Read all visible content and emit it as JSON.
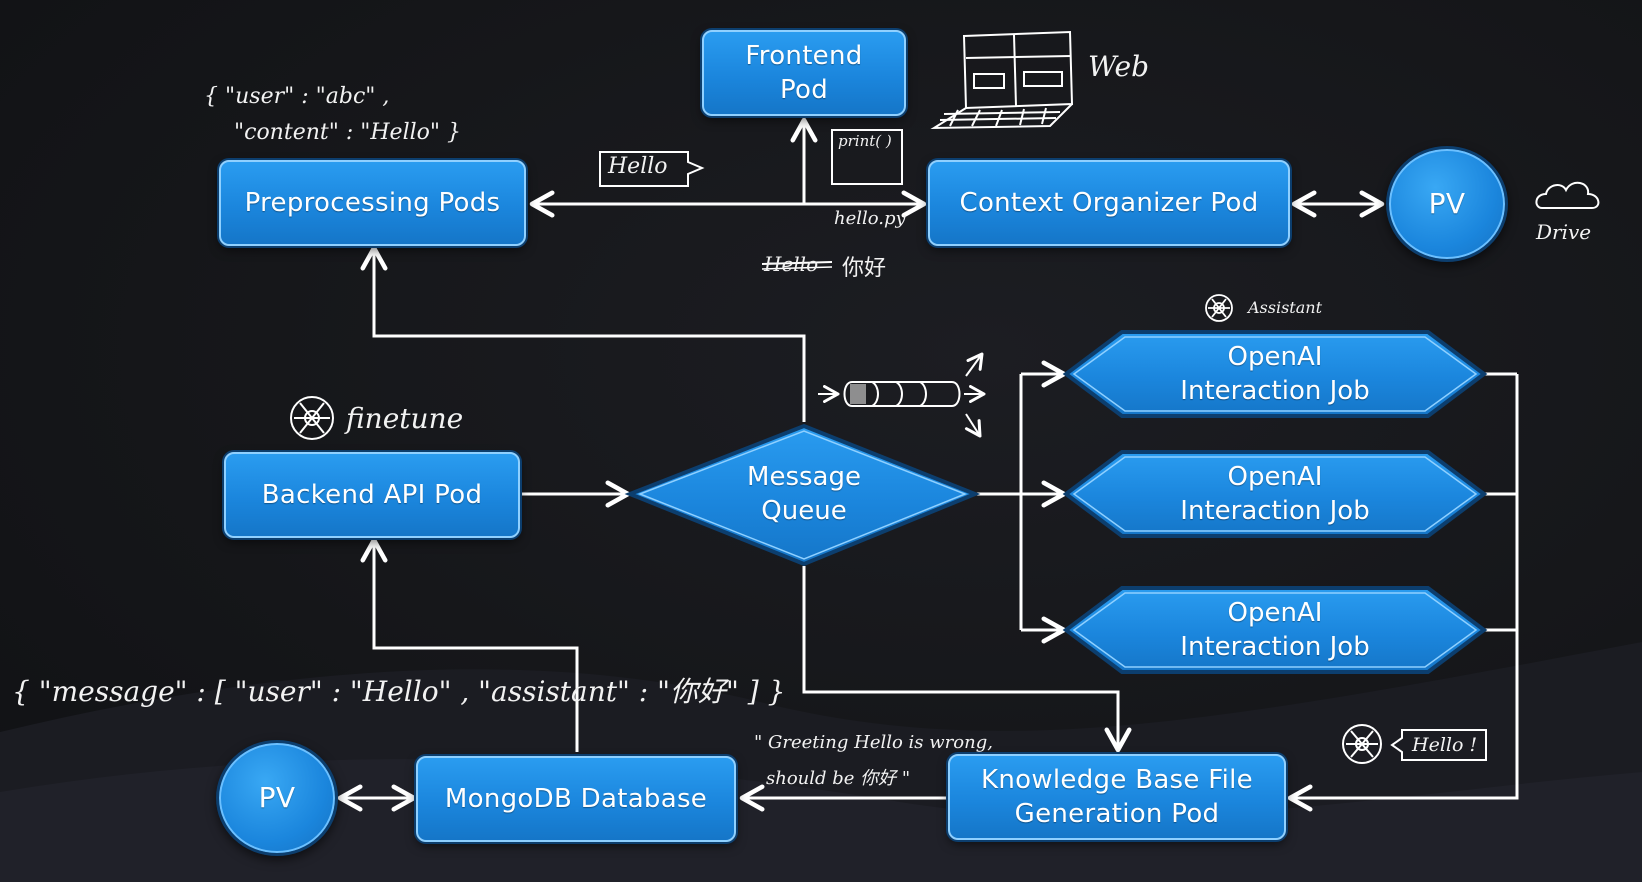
{
  "nodes": {
    "frontend": "Frontend\nPod",
    "preprocessing": "Preprocessing Pods",
    "context": "Context Organizer Pod",
    "pv_top": "PV",
    "backend": "Backend API Pod",
    "queue": "Message\nQueue",
    "openai_1": "OpenAI\nInteraction Job",
    "openai_2": "OpenAI\nInteraction Job",
    "openai_3": "OpenAI\nInteraction Job",
    "knowledge": "Knowledge Base File\nGeneration Pod",
    "mongodb": "MongoDB Database",
    "pv_bottom": "PV"
  },
  "annotations": {
    "user_json_line1": "{ \"user\" : \"abc\" ,",
    "user_json_line2": "\"content\" : \"Hello\" }",
    "hello_bubble": "Hello",
    "print_label": "print( )",
    "hello_py": "hello.py",
    "hello_struck": "Hello",
    "nihao": "你好",
    "web": "Web",
    "drive": "Drive",
    "assistant": "Assistant",
    "finetune": "finetune",
    "message_json": "{ \"message\" : [ \"user\" : \"Hello\" , \"assistant\" : \"你好\" ] }",
    "greeting_line1": "\" Greeting Hello is wrong,",
    "greeting_line2": "should be 你好 \"",
    "hello_bang": "Hello !"
  },
  "colors": {
    "node_fill": "#1b86dd",
    "node_border": "#8fd0ff",
    "edge": "#ffffff",
    "background": "#151619"
  },
  "icons": [
    "laptop-icon",
    "cloud-icon",
    "openai-logo-icon",
    "queue-cylinder-icon"
  ]
}
